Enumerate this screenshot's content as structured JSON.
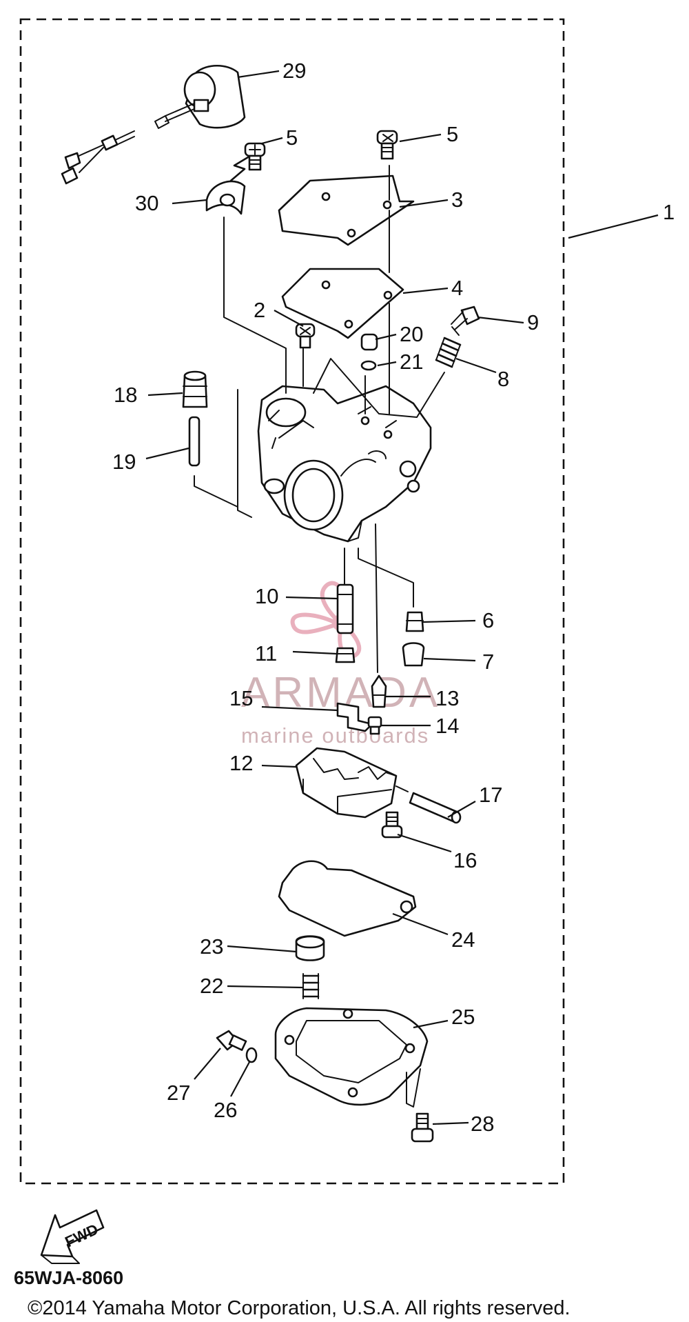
{
  "diagram_code": "65WJA-8060",
  "copyright": "©2014 Yamaha Motor Corporation, U.S.A. All rights reserved.",
  "direction_label": "FWD",
  "watermark": {
    "brand": "ARMADA",
    "tagline": "marine outboards",
    "color": "#c9a6ab",
    "logo_color": "#e6a3b2"
  },
  "callouts": [
    "1",
    "2",
    "3",
    "4",
    "5",
    "5",
    "6",
    "7",
    "8",
    "9",
    "10",
    "11",
    "12",
    "13",
    "14",
    "15",
    "16",
    "17",
    "18",
    "19",
    "20",
    "21",
    "22",
    "23",
    "24",
    "25",
    "26",
    "27",
    "28",
    "29",
    "30"
  ]
}
